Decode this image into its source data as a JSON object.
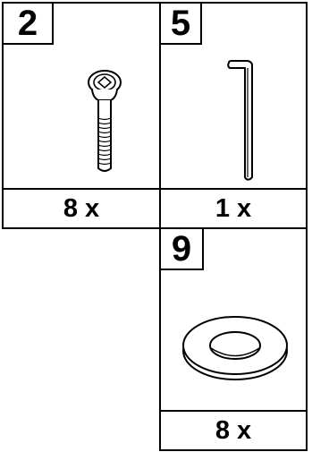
{
  "parts": [
    {
      "number": "2",
      "quantity": "8 x",
      "icon": "screw-icon"
    },
    {
      "number": "5",
      "quantity": "1 x",
      "icon": "allen-key-icon"
    },
    {
      "number": "9",
      "quantity": "8 x",
      "icon": "washer-icon"
    }
  ]
}
